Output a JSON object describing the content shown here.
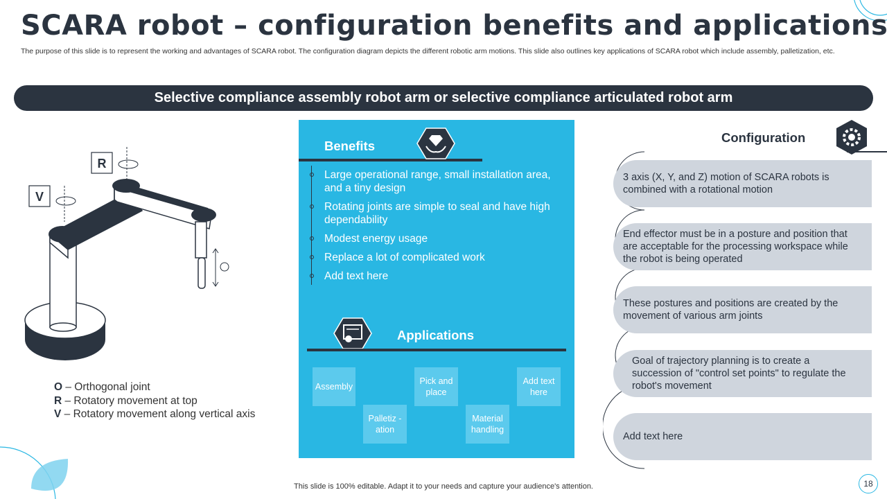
{
  "slide": {
    "title": "SCARA robot – configuration benefits and applications",
    "subtitle": "The purpose of this slide is to represent the working and advantages of SCARA robot. The configuration diagram depicts the different robotic arm motions. This slide also outlines key applications of SCARA robot which include assembly, palletization, etc.",
    "banner": "Selective compliance assembly robot arm or selective compliance articulated robot arm",
    "footer": "This slide is 100% editable. Adapt it to your needs and capture your audience's attention.",
    "page_number": "18"
  },
  "robot": {
    "label_r": "R",
    "label_v": "V",
    "legend": [
      {
        "key": "O",
        "text": " – Orthogonal joint"
      },
      {
        "key": "R",
        "text": " – Rotatory movement at top"
      },
      {
        "key": "V",
        "text": " – Rotatory movement along vertical axis"
      }
    ]
  },
  "benefits": {
    "title": "Benefits",
    "items": [
      "Large operational range, small installation area, and a tiny design",
      "Rotating joints are simple to seal and have high dependability",
      "Modest energy usage",
      "Replace a lot of complicated work",
      "Add text here"
    ]
  },
  "applications": {
    "title": "Applications",
    "items": [
      "Assembly",
      "Palletiz -ation",
      "Pick and place",
      "Material handling",
      "Add text here"
    ]
  },
  "configuration": {
    "title": "Configuration",
    "items": [
      "3 axis (X, Y, and Z) motion of SCARA robots is combined with a rotational motion",
      "End effector must be in a posture and position that are acceptable for the processing workspace while the robot is being operated",
      "These postures and positions are created by the movement of various arm joints",
      "Goal of trajectory planning is to create a succession of \"control set points\" to regulate the robot's movement",
      "Add text here"
    ]
  },
  "colors": {
    "dark": "#2b3440",
    "accent": "#29b7e3",
    "pill": "#cfd5dd"
  }
}
